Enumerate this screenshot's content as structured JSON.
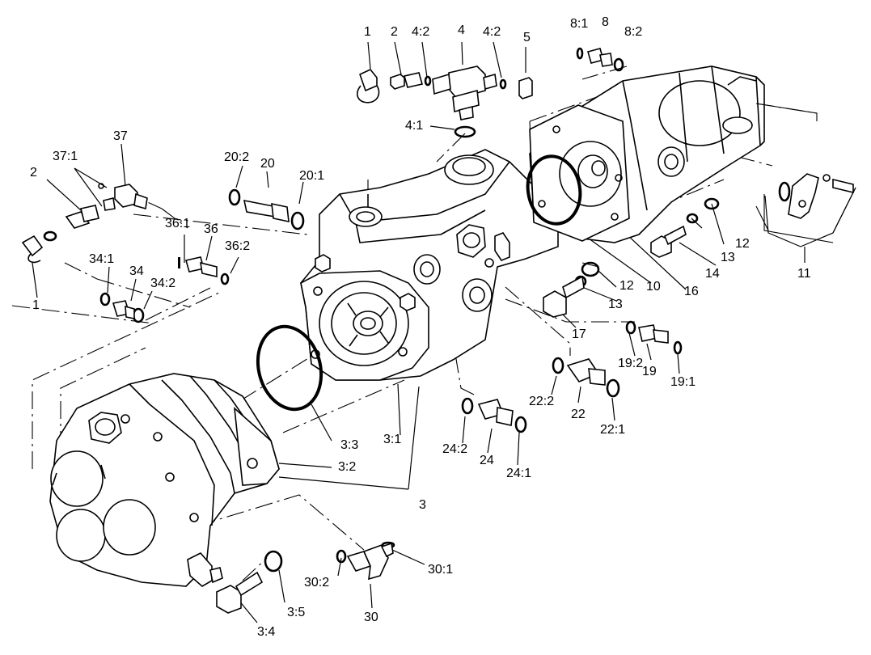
{
  "callouts": [
    {
      "id": "c1_top",
      "text": "1"
    },
    {
      "id": "c2_top",
      "text": "2"
    },
    {
      "id": "c4_2a",
      "text": "4:2"
    },
    {
      "id": "c4",
      "text": "4"
    },
    {
      "id": "c4_2b",
      "text": "4:2"
    },
    {
      "id": "c5",
      "text": "5"
    },
    {
      "id": "c8_1",
      "text": "8:1"
    },
    {
      "id": "c8",
      "text": "8"
    },
    {
      "id": "c8_2",
      "text": "8:2"
    },
    {
      "id": "c4_1",
      "text": "4:1"
    },
    {
      "id": "c37",
      "text": "37"
    },
    {
      "id": "c37_1",
      "text": "37:1"
    },
    {
      "id": "c2_left",
      "text": "2"
    },
    {
      "id": "c20_2",
      "text": "20:2"
    },
    {
      "id": "c20",
      "text": "20"
    },
    {
      "id": "c20_1",
      "text": "20:1"
    },
    {
      "id": "c36_1",
      "text": "36:1"
    },
    {
      "id": "c36",
      "text": "36"
    },
    {
      "id": "c36_2",
      "text": "36:2"
    },
    {
      "id": "c34_1",
      "text": "34:1"
    },
    {
      "id": "c34",
      "text": "34"
    },
    {
      "id": "c34_2",
      "text": "34:2"
    },
    {
      "id": "c1_left",
      "text": "1"
    },
    {
      "id": "c12a",
      "text": "12"
    },
    {
      "id": "c13a",
      "text": "13"
    },
    {
      "id": "c14",
      "text": "14"
    },
    {
      "id": "c11",
      "text": "11"
    },
    {
      "id": "c10",
      "text": "10"
    },
    {
      "id": "c16",
      "text": "16"
    },
    {
      "id": "c12b",
      "text": "12"
    },
    {
      "id": "c13b",
      "text": "13"
    },
    {
      "id": "c17",
      "text": "17"
    },
    {
      "id": "c19_2",
      "text": "19:2"
    },
    {
      "id": "c19",
      "text": "19"
    },
    {
      "id": "c19_1",
      "text": "19:1"
    },
    {
      "id": "c22_2",
      "text": "22:2"
    },
    {
      "id": "c22",
      "text": "22"
    },
    {
      "id": "c22_1",
      "text": "22:1"
    },
    {
      "id": "c24_2",
      "text": "24:2"
    },
    {
      "id": "c24",
      "text": "24"
    },
    {
      "id": "c24_1",
      "text": "24:1"
    },
    {
      "id": "c3_3",
      "text": "3:3"
    },
    {
      "id": "c3_1",
      "text": "3:1"
    },
    {
      "id": "c3_2",
      "text": "3:2"
    },
    {
      "id": "c3",
      "text": "3"
    },
    {
      "id": "c30_1",
      "text": "30:1"
    },
    {
      "id": "c30_2",
      "text": "30:2"
    },
    {
      "id": "c30",
      "text": "30"
    },
    {
      "id": "c3_5",
      "text": "3:5"
    },
    {
      "id": "c3_4",
      "text": "3:4"
    }
  ]
}
